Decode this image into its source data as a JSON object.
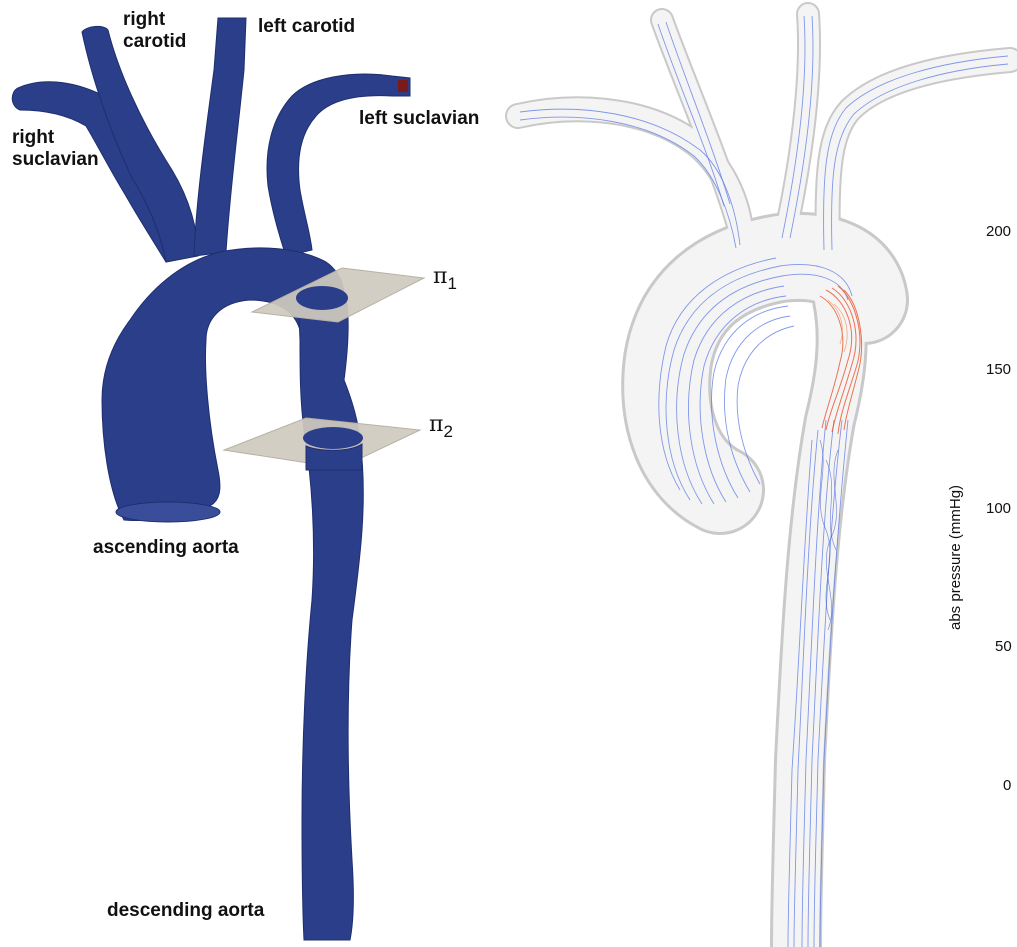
{
  "labels": {
    "right_carotid": [
      "right",
      "carotid"
    ],
    "left_carotid": "left carotid",
    "left_subclavian": "left suclavian",
    "right_subclavian": [
      "right",
      "suclavian"
    ],
    "ascending_aorta": "ascending aorta",
    "descending_aorta": "descending aorta"
  },
  "planes": [
    {
      "symbol": "π",
      "index": "1"
    },
    {
      "symbol": "π",
      "index": "2"
    }
  ],
  "pressure_axis": {
    "label": "abs pressure (mmHg)",
    "ticks": [
      "200",
      "150",
      "100",
      "50",
      "0"
    ]
  },
  "colors": {
    "vessel_model": "#2b3e8a",
    "plane": "#cfcabf",
    "outlet_marker": "#7a1a1a",
    "streamline_low": "#3d5fe0",
    "streamline_high": "#e8522a",
    "vessel_wall": "#d7d7d7"
  }
}
